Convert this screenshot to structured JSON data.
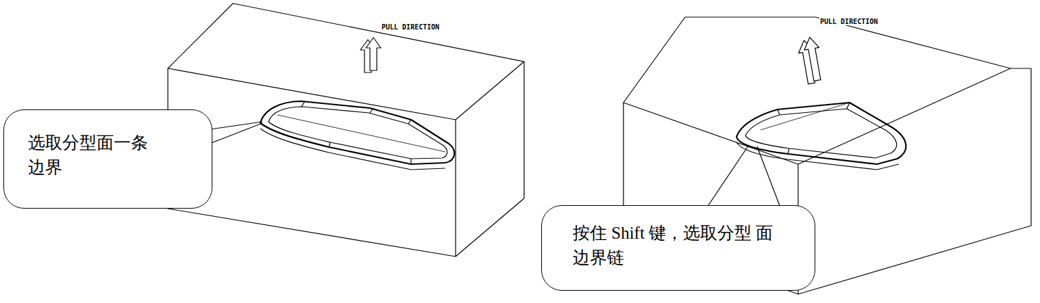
{
  "diagram": {
    "nodes": [
      {
        "text": [
          "选取分型面一条 边界"
        ]
      },
      {
        "text": [
          "按住 Shift 键，选取分型 面边界链"
        ]
      }
    ],
    "labels": [
      "PULL DIRECTION",
      "PULL DIRECTION"
    ]
  }
}
